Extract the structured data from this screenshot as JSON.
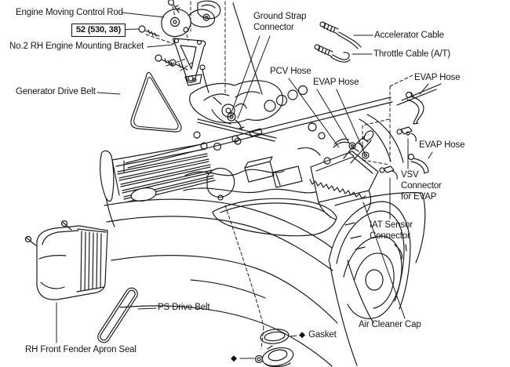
{
  "diagram": {
    "kind": "engine-compartment-parts-diagram",
    "colors": {
      "background": "#ffffff",
      "line": "#1c1c1c"
    },
    "symbols": {
      "non_reusable": "◆"
    },
    "torque_spec": "52 (530, 38)",
    "labels": {
      "engine_moving_control_rod": "Engine Moving Control Rod",
      "no2_rh_engine_mounting_bracket": "No.2 RH Engine Mounting Bracket",
      "generator_drive_belt": "Generator Drive Belt",
      "ground_strap_connector": "Ground Strap\nConnector",
      "accelerator_cable": "Accelerator Cable",
      "throttle_cable_at": "Throttle Cable (A/T)",
      "pcv_hose": "PCV Hose",
      "evap_hose_center": "EVAP Hose",
      "evap_hose_top_right": "EVAP Hose",
      "evap_hose_right": "EVAP Hose",
      "vsv_connector_for_evap": "VSV\nConnector\nfor EVAP",
      "iat_sensor_connector": "IAT Sensor\nConnector",
      "air_cleaner_cap": "Air Cleaner Cap",
      "gasket": "Gasket",
      "ps_drive_belt": "PS Drive Belt",
      "rh_front_fender_apron_seal": "RH Front Fender Apron Seal"
    }
  }
}
